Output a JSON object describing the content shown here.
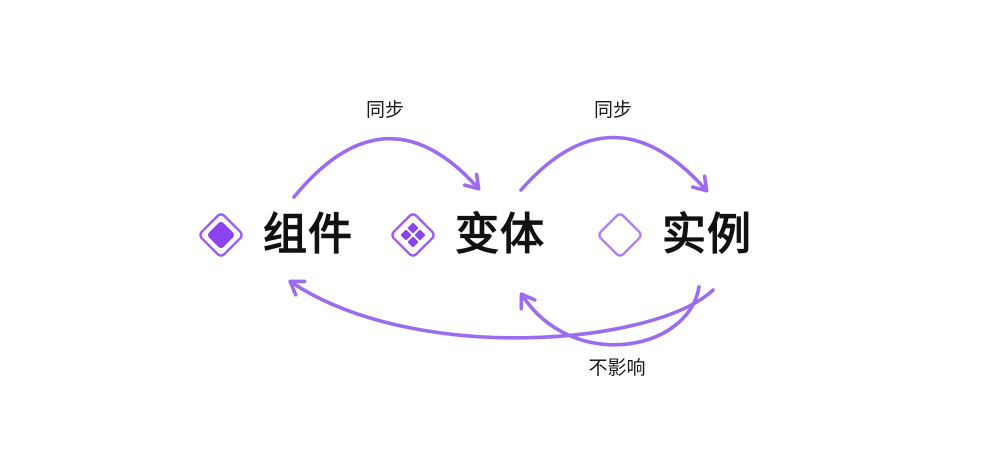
{
  "diagram": {
    "title": "figma-component-variant-instance-relationship",
    "nodes": [
      {
        "id": "component",
        "label": "组件",
        "icon": "component-diamond-filled-icon"
      },
      {
        "id": "variant",
        "label": "变体",
        "icon": "variant-four-diamonds-icon"
      },
      {
        "id": "instance",
        "label": "实例",
        "icon": "instance-diamond-outline-icon"
      }
    ],
    "edges": [
      {
        "from": "component",
        "to": "variant",
        "label": "同步",
        "position": "top"
      },
      {
        "from": "variant",
        "to": "instance",
        "label": "同步",
        "position": "top"
      },
      {
        "from": "instance",
        "to": "variant",
        "label": "",
        "position": "bottom"
      },
      {
        "from": "instance",
        "to": "component",
        "label": "不影响",
        "position": "bottom"
      }
    ]
  },
  "colors": {
    "background": "#ffffff",
    "accent_fill": "#8b43f0",
    "accent_stroke": "#9c5bf5",
    "instance_stroke": "#ac7ff6",
    "arrow": "#9b6bf0",
    "text": "#111111"
  }
}
